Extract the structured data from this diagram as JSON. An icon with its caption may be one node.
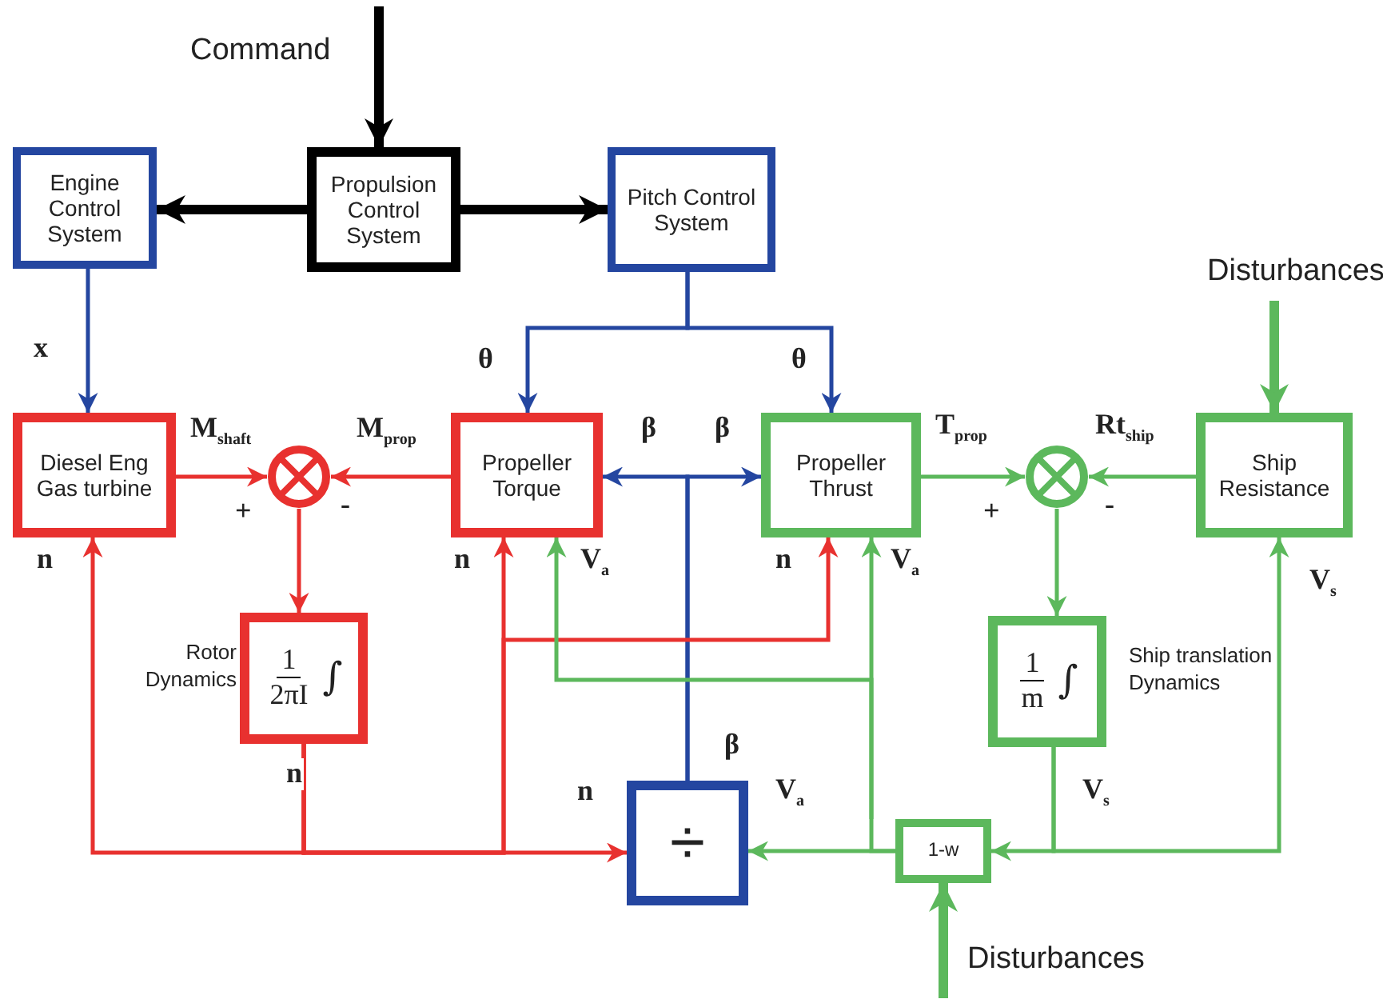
{
  "diagram": {
    "nodes": [
      {
        "text": [
          "Propulsion Control System"
        ]
      },
      {
        "text": [
          "Engine Control System"
        ]
      },
      {
        "text": [
          "Pitch Control System"
        ]
      },
      {
        "text": [
          "Diesel Eng Gas turbine"
        ]
      },
      {
        "text": [],
        "shape": "circle"
      },
      {
        "text": [
          "Propeller Torque"
        ]
      },
      {
        "text": [
          "Propeller Thrust"
        ]
      },
      {
        "text": [],
        "shape": "circle"
      },
      {
        "text": [
          "Ship Resistance"
        ]
      },
      {
        "text": [
          "1",
          "2πI",
          "∫"
        ],
        "beside": [
          "Rotor Dynamics"
        ]
      },
      {
        "text": [
          "1",
          "m",
          "∫"
        ],
        "beside": [
          "Ship translation Dynamics"
        ]
      },
      {
        "text": [
          "÷"
        ],
        "beside": [
          "β"
        ]
      },
      {
        "text": [
          "1-w"
        ]
      }
    ],
    "edges": [
      {
        "from": 0,
        "to": 1,
        "arrow": "to",
        "style": "thick",
        "color": "#000000"
      },
      {
        "from": 0,
        "to": 2,
        "arrow": "to",
        "style": "thick",
        "color": "#000000"
      },
      {
        "from": null,
        "to": 0,
        "arrow": "to",
        "style": "thick",
        "color": "#000000",
        "label": "Command"
      },
      {
        "from": 1,
        "to": 3,
        "arrow": "to",
        "color": "#2446a0",
        "label": "x"
      },
      {
        "from": 2,
        "to": 5,
        "arrow": "to",
        "color": "#2446a0",
        "label": "θ"
      },
      {
        "from": 2,
        "to": 6,
        "arrow": "to",
        "color": "#2446a0",
        "label": "θ"
      },
      {
        "from": 3,
        "to": 4,
        "arrow": "to",
        "color": "#e8312f",
        "label": "M$_{shaft}$"
      },
      {
        "from": 5,
        "to": 4,
        "arrow": "to",
        "color": "#e8312f",
        "label": "M$_{prop}$"
      },
      {
        "from": 11,
        "to": 5,
        "arrow": "to",
        "color": "#2446a0",
        "label": "β"
      },
      {
        "from": 11,
        "to": 6,
        "arrow": "to",
        "color": "#2446a0",
        "label": "β"
      },
      {
        "from": 6,
        "to": 7,
        "arrow": "to",
        "color": "#5cb85c",
        "label": "T$_{prop}$"
      },
      {
        "from": 8,
        "to": 7,
        "arrow": "to",
        "color": "#5cb85c",
        "label": "Rt$_{ship}$"
      },
      {
        "from": null,
        "to": 8,
        "arrow": "to",
        "style": "thick",
        "color": "#5cb85c",
        "label": "Disturbances"
      },
      {
        "from": 4,
        "to": 9,
        "arrow": "to",
        "color": "#e8312f"
      },
      {
        "from": 9,
        "to": 11,
        "arrow": "to",
        "color": "#e8312f",
        "label": "n"
      },
      {
        "from": 9,
        "to": 3,
        "arrow": "to",
        "color": "#e8312f",
        "label": "n"
      },
      {
        "from": 9,
        "to": 5,
        "arrow": "to",
        "color": "#e8312f",
        "label": "n"
      },
      {
        "from": 9,
        "to": 6,
        "arrow": "to",
        "color": "#e8312f",
        "label": "n"
      },
      {
        "from": 7,
        "to": 10,
        "arrow": "to",
        "color": "#5cb85c"
      },
      {
        "from": 10,
        "to": 12,
        "arrow": "to",
        "color": "#5cb85c",
        "label": "V$_{s}$"
      },
      {
        "from": 10,
        "to": 8,
        "arrow": "to",
        "color": "#5cb85c",
        "label": "V$_{s}$"
      },
      {
        "from": 12,
        "to": 11,
        "arrow": "to",
        "color": "#5cb85c",
        "label": "V$_{a}$"
      },
      {
        "from": 12,
        "to": 5,
        "arrow": "to",
        "color": "#5cb85c",
        "label": "V$_{a}$"
      },
      {
        "from": 12,
        "to": 6,
        "arrow": "to",
        "color": "#5cb85c",
        "label": "V$_{a}$"
      },
      {
        "from": null,
        "to": 12,
        "arrow": "to",
        "style": "thick",
        "color": "#5cb85c",
        "label": "Disturbances"
      }
    ],
    "labels": [
      "+",
      "-",
      "+",
      "-",
      "n"
    ]
  }
}
